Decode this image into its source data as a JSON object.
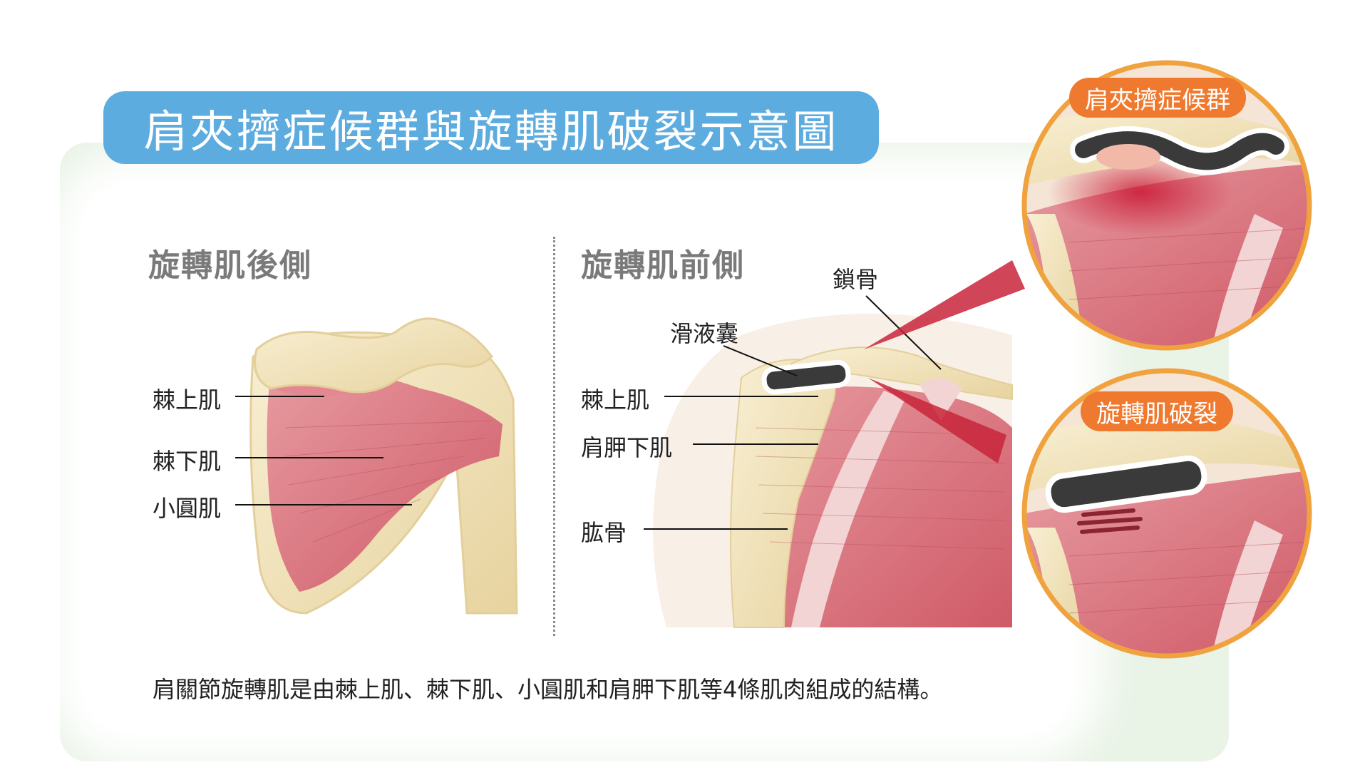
{
  "title": "肩夾擠症候群與旋轉肌破裂示意圖",
  "left_diagram": {
    "heading": "旋轉肌後側",
    "labels": [
      "棘上肌",
      "棘下肌",
      "小圓肌"
    ]
  },
  "right_diagram": {
    "heading": "旋轉肌前側",
    "labels": {
      "clavicle": "鎖骨",
      "bursa": "滑液囊",
      "supraspinatus": "棘上肌",
      "subscapularis": "肩胛下肌",
      "humerus": "肱骨"
    }
  },
  "insets": {
    "impingement": "肩夾擠症候群",
    "tear": "旋轉肌破裂"
  },
  "caption": "肩關節旋轉肌是由棘上肌、棘下肌、小圓肌和肩胛下肌等4條肌肉組成的結構。",
  "colors": {
    "title_bar": "#5dace0",
    "badge": "#ef7a2f",
    "panel": "#e9f3e6",
    "muscle": "#d9707a",
    "bone": "#f1e2b8"
  }
}
